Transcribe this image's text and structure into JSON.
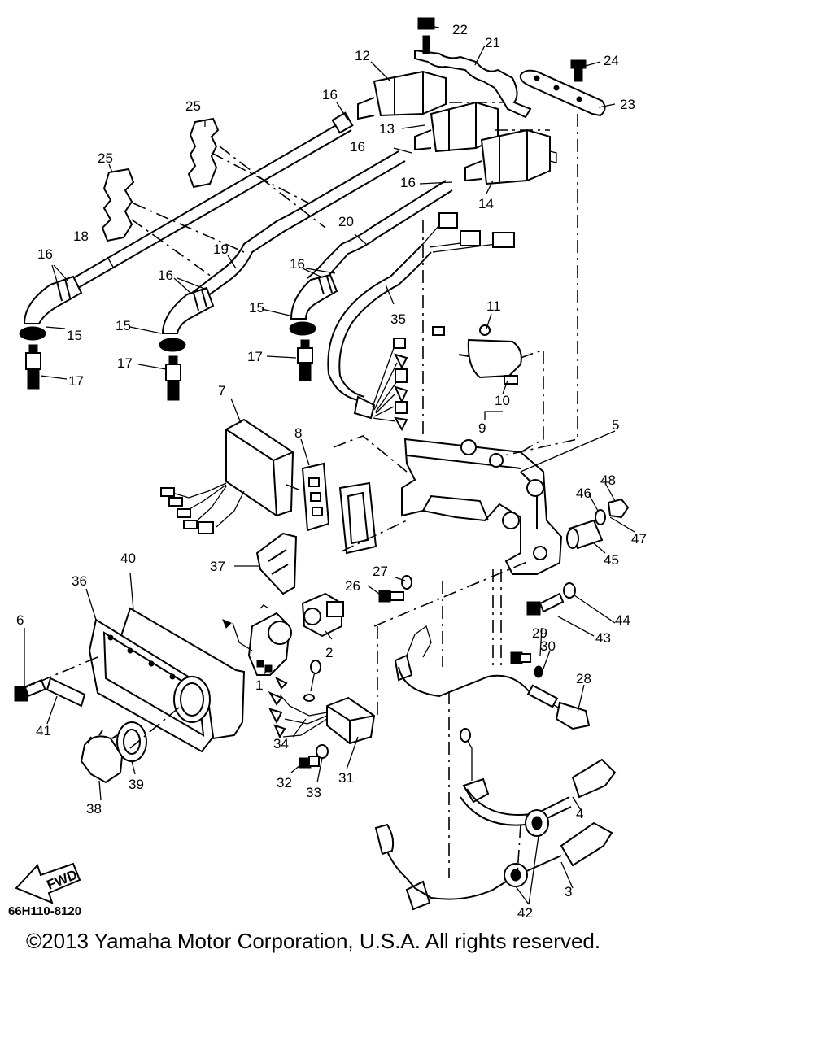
{
  "diagram": {
    "drawing_code": "66H110-8120",
    "copyright": "©2013 Yamaha Motor Corporation, U.S.A. All rights reserved.",
    "fwd_label": "FWD",
    "callouts": {
      "c1": "1",
      "c2": "2",
      "c3": "3",
      "c4": "4",
      "c5": "5",
      "c6": "6",
      "c7": "7",
      "c8": "8",
      "c9": "9",
      "c10": "10",
      "c11": "11",
      "c12": "12",
      "c13": "13",
      "c14": "14",
      "c15a": "15",
      "c15b": "15",
      "c15c": "15",
      "c16a": "16",
      "c16b": "16",
      "c16c": "16",
      "c16d": "16",
      "c16e": "16",
      "c16f": "16",
      "c17a": "17",
      "c17b": "17",
      "c17c": "17",
      "c18": "18",
      "c19": "19",
      "c20": "20",
      "c21": "21",
      "c22": "22",
      "c23": "23",
      "c24": "24",
      "c25a": "25",
      "c25b": "25",
      "c26": "26",
      "c27": "27",
      "c28": "28",
      "c29": "29",
      "c30": "30",
      "c31": "31",
      "c32": "32",
      "c33": "33",
      "c34": "34",
      "c35": "35",
      "c36": "36",
      "c37": "37",
      "c38": "38",
      "c39": "39",
      "c40": "40",
      "c41": "41",
      "c42": "42",
      "c43": "43",
      "c44": "44",
      "c45": "45",
      "c46": "46",
      "c47": "47",
      "c48": "48"
    }
  }
}
